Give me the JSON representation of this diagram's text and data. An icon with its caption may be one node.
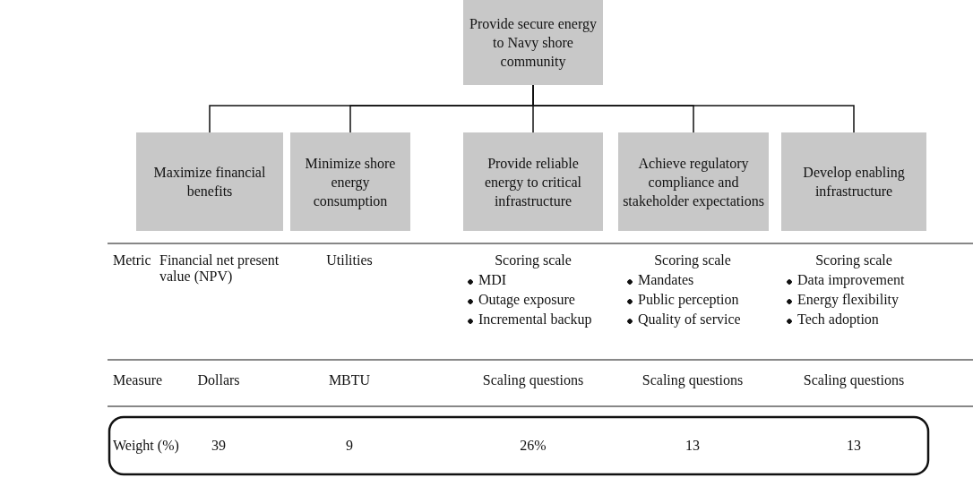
{
  "diagram": {
    "nodes": [
      {
        "text": [
          "Provide secure energy to Navy shore community"
        ]
      },
      {
        "text": [
          "Maximize financial benefits"
        ]
      },
      {
        "text": [
          "Minimize shore energy consumption"
        ]
      },
      {
        "text": [
          "Provide reliable energy to critical infrastructure"
        ]
      },
      {
        "text": [
          "Achieve regulatory compliance and stakeholder expectations"
        ]
      },
      {
        "text": [
          "Develop enabling infrastructure"
        ]
      }
    ],
    "edges": [
      {
        "from": 0,
        "to": 1,
        "arrow": "none"
      },
      {
        "from": 0,
        "to": 2,
        "arrow": "none"
      },
      {
        "from": 0,
        "to": 3,
        "arrow": "none"
      },
      {
        "from": 0,
        "to": 4,
        "arrow": "none"
      },
      {
        "from": 0,
        "to": 5,
        "arrow": "none"
      }
    ],
    "labels": [
      "Metric",
      "Financial net present value (NPV)",
      "Utilities",
      "Scoring scale",
      "MDI",
      "Outage exposure",
      "Incremental backup",
      "Scoring scale",
      "Mandates",
      "Public perception",
      "Quality of service",
      "Scoring scale",
      "Data improvement",
      "Energy flexibility",
      "Tech adoption",
      "Measure",
      "Dollars",
      "MBTU",
      "Scaling questions",
      "Scaling questions",
      "Scaling questions",
      "Weight (%)",
      "39",
      "9",
      "26%",
      "13",
      "13"
    ]
  }
}
